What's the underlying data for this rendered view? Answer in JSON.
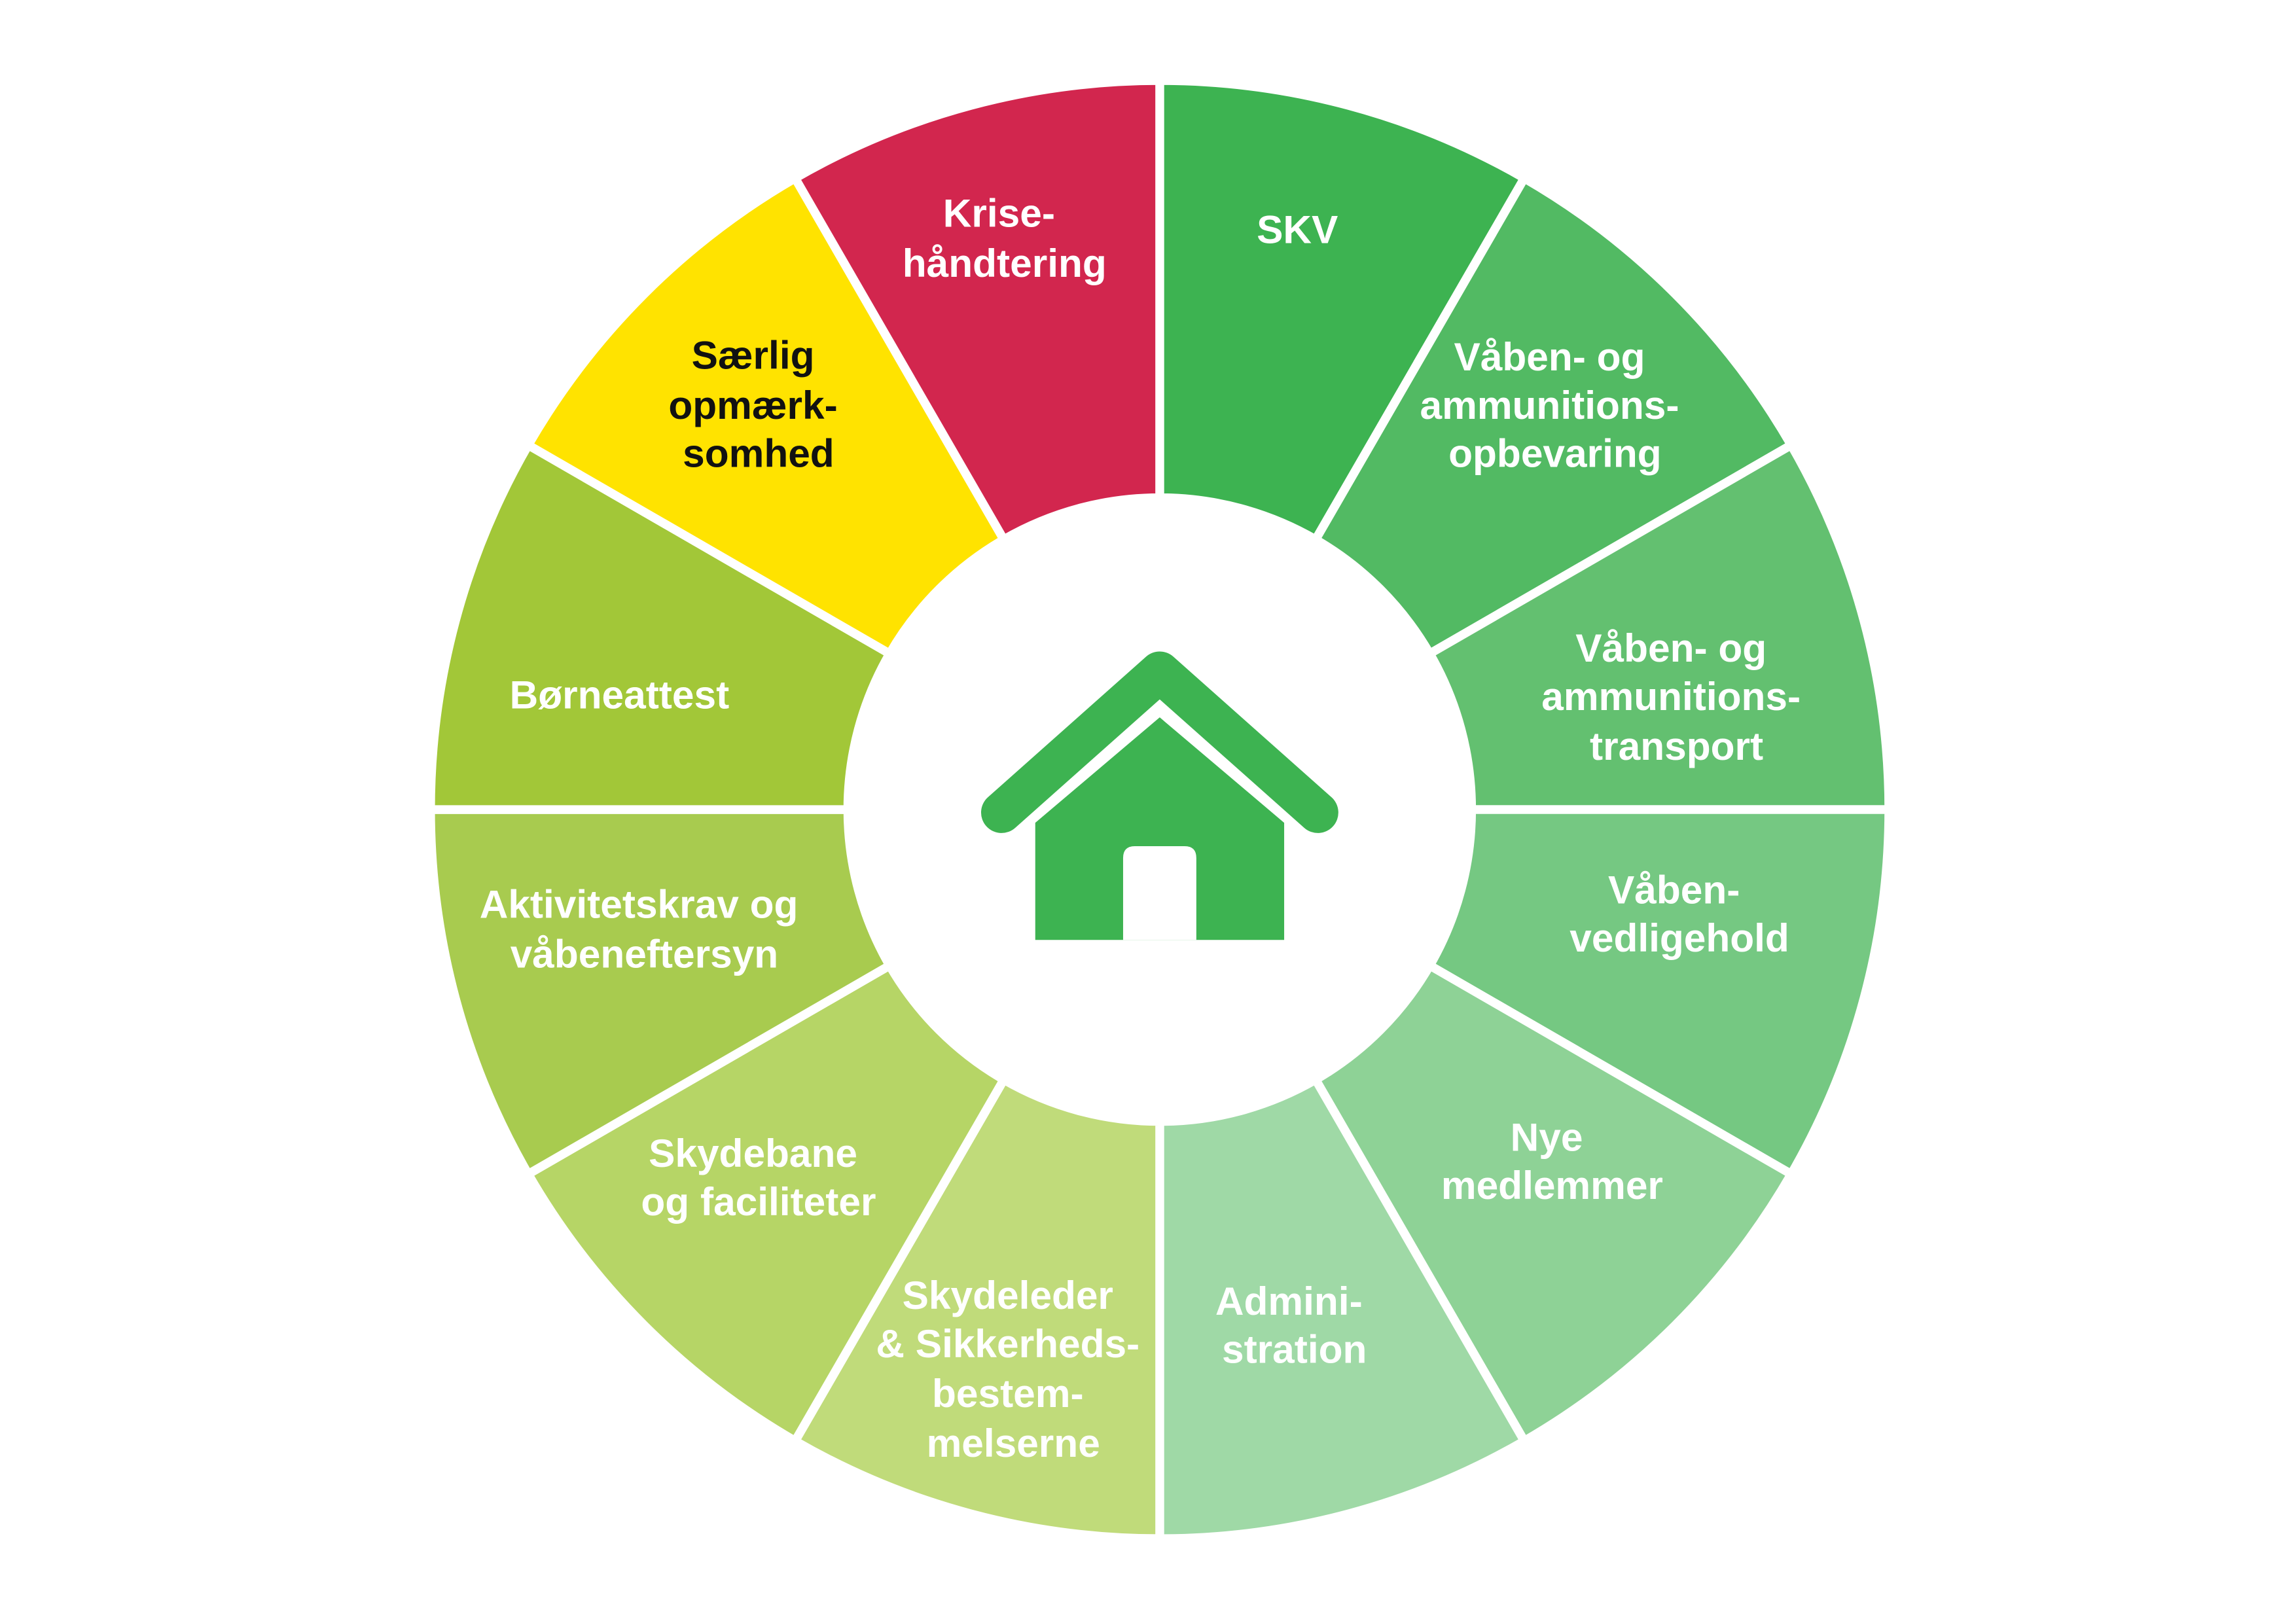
{
  "diagram": {
    "center_icon": "house-icon",
    "center_icon_color": "#3db351",
    "segments": [
      {
        "lines": [
          "SKV"
        ],
        "color": "#3db351"
      },
      {
        "lines": [
          "Våben- og",
          "ammunitions-",
          "opbevaring"
        ],
        "color": "#52ba63"
      },
      {
        "lines": [
          "Våben- og",
          "ammunitions-",
          "transport"
        ],
        "color": "#63c070"
      },
      {
        "lines": [
          "Våben-",
          "vedligehold"
        ],
        "color": "#75c882"
      },
      {
        "lines": [
          "Nye",
          "medlemmer"
        ],
        "color": "#8ed296"
      },
      {
        "lines": [
          "Admini-",
          "stration"
        ],
        "color": "#9fd9a6"
      },
      {
        "lines": [
          "Skydeleder",
          "& Sikkerheds-",
          "bestem-",
          "melserne"
        ],
        "color": "#c0db7a"
      },
      {
        "lines": [
          "Skydebane",
          "og faciliteter"
        ],
        "color": "#b6d566"
      },
      {
        "lines": [
          "Aktivitetskrav og",
          "våbeneftersyn"
        ],
        "color": "#a8cb4f"
      },
      {
        "lines": [
          "Børneattest"
        ],
        "color": "#a2c738"
      },
      {
        "lines": [
          "Særlig",
          "opmærk-",
          "somhed"
        ],
        "color": "#ffe300"
      },
      {
        "lines": [
          "Krise-",
          "håndtering"
        ],
        "color": "#d2264e"
      }
    ]
  }
}
